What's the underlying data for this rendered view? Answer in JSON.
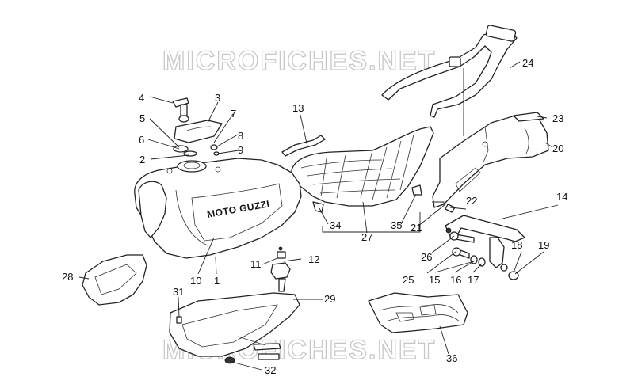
{
  "watermark": {
    "top": "MICROFICHES.NET",
    "bottom": "MICROFICHES.NET"
  },
  "tank_logo": "MOTO GUZZI",
  "callouts": {
    "c1": "1",
    "c2": "2",
    "c3": "3",
    "c4": "4",
    "c5": "5",
    "c6": "6",
    "c7": "7",
    "c8": "8",
    "c9": "9",
    "c10": "10",
    "c11": "11",
    "c12": "12",
    "c13": "13",
    "c14": "14",
    "c15": "15",
    "c16": "16",
    "c17": "17",
    "c18": "18",
    "c19": "19",
    "c20": "20",
    "c21": "21",
    "c22": "22",
    "c23": "23",
    "c24": "24",
    "c25": "25",
    "c26": "26",
    "c27": "27",
    "c28": "28",
    "c29": "29",
    "c31": "31",
    "c32": "32",
    "c34": "34",
    "c35": "35",
    "c36": "36"
  }
}
